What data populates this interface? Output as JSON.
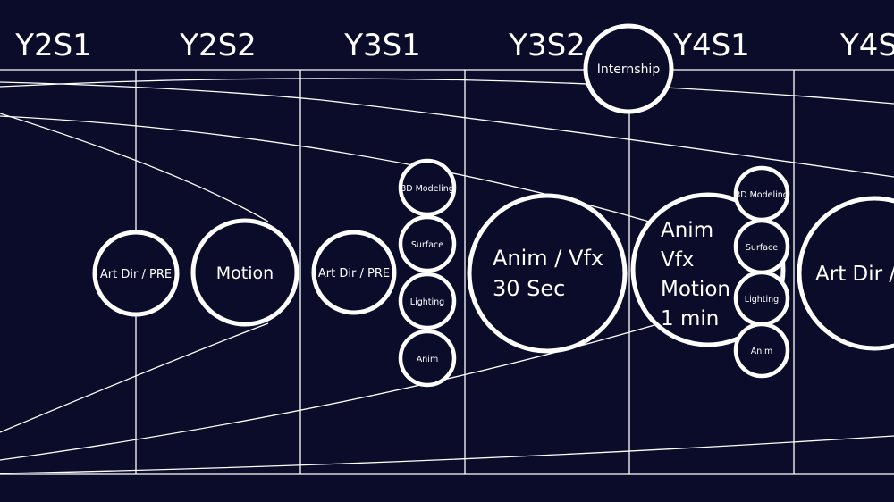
{
  "colors": {
    "background": "#0a0c2a",
    "stroke": "#ffffff",
    "text": "#ffffff"
  },
  "headers": [
    "Y2S1",
    "Y2S2",
    "Y3S1",
    "Y3S2",
    "Y4S1",
    "Y4S"
  ],
  "nodes": {
    "internship": "Internship",
    "artdir_y2s1": "Art Dir / PRE",
    "motion_y2s2": "Motion",
    "artdir_y3s1": "Art Dir / PRE",
    "y3s1_modeling": "3D Modeling",
    "y3s1_surface": "Surface",
    "y3s1_lighting": "Lighting",
    "y3s1_anim": "Anim",
    "y3s2_main": {
      "line1": "Anim / Vfx",
      "line2": "30 Sec"
    },
    "y4s1_main": {
      "line1": "Anim",
      "line2": "Vfx",
      "line3": "Motion",
      "line4": "1 min"
    },
    "y4s1_modeling": "3D Modeling",
    "y4s1_surface": "Surface",
    "y4s1_lighting": "Lighting",
    "y4s1_anim": "Anim",
    "y4s_partial": "Art Dir /"
  }
}
